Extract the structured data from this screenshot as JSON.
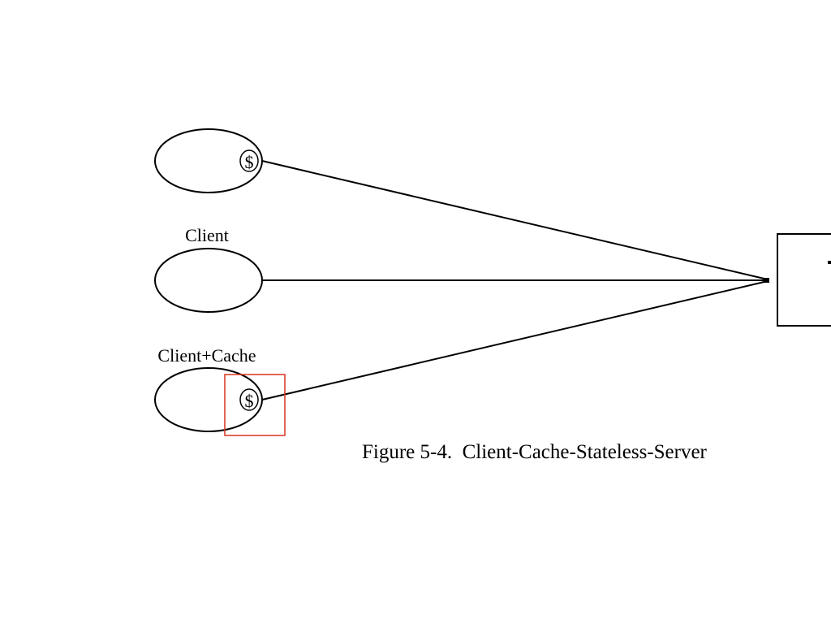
{
  "diagram": {
    "labels": {
      "client": "Client",
      "client_cache": "Client+Cache",
      "cache_symbol": "$"
    },
    "caption": "Figure 5-4.  Client-Cache-Stateless-Server",
    "colors": {
      "stroke": "#000000",
      "highlight": "#d9341f",
      "background": "#ffffff"
    }
  }
}
